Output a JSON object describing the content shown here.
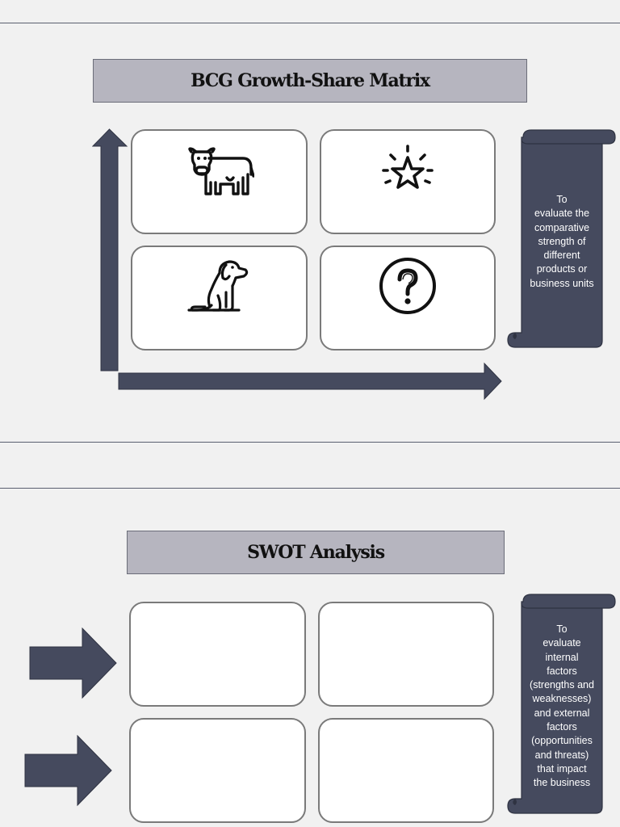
{
  "bcg": {
    "title": "BCG Growth-Share Matrix",
    "description": "To\nevaluate the\ncomparative\nstrength of\ndifferent\nproducts or\nbusiness units",
    "quadrant_icons": [
      "cow-icon",
      "star-icon",
      "dog-icon",
      "question-mark-icon"
    ]
  },
  "swot": {
    "title": "SWOT Analysis",
    "description": "To\nevaluate\ninternal\nfactors\n(strengths and\nweaknesses)\nand external\nfactors\n(opportunities\nand threats)\nthat impact\nthe business"
  },
  "colors": {
    "navy": "#454a5e",
    "title_bar": "#b6b5bf",
    "background": "#f1f1f1"
  }
}
